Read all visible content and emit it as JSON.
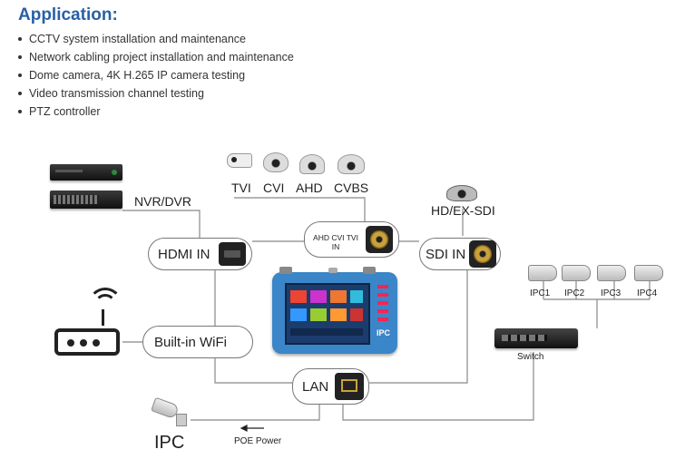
{
  "heading": "Application:",
  "applications": [
    "CCTV system installation and maintenance",
    "Network cabling project installation and maintenance",
    "Dome camera, 4K H.265 IP camera testing",
    "Video transmission channel testing",
    "PTZ controller"
  ],
  "diagram": {
    "nvr_label": "NVR/DVR",
    "hdmi_label": "HDMI IN",
    "analog_types": [
      "TVI",
      "CVI",
      "AHD",
      "CVBS"
    ],
    "analog_input_label": "AHD CVI TVI IN",
    "sdi_camera_label": "HD/EX-SDI",
    "sdi_label": "SDI IN",
    "wifi_label": "Built-in WiFi",
    "lan_label": "LAN",
    "device_badge": "IPC",
    "ipc_cameras": [
      "IPC1",
      "IPC2",
      "IPC3",
      "IPC4"
    ],
    "switch_label": "Switch",
    "ipc_label": "IPC",
    "poe_label": "POE Power"
  },
  "colors": {
    "heading": "#2a5fa5",
    "device_body": "#3a86c8",
    "connector_gold": "#c9a23c"
  }
}
